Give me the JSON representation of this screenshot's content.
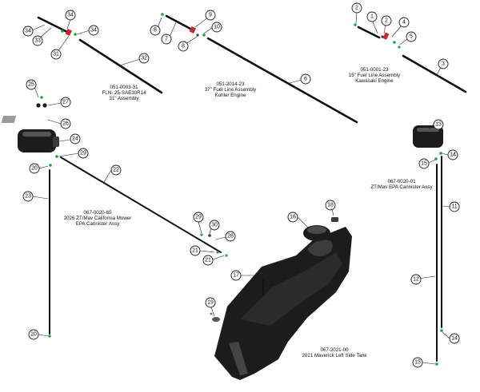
{
  "assemblies": [
    {
      "id": "a1",
      "lines": [
        "051-0003-31",
        "FLN-.25-SAE30R14",
        "31\" Assembly"
      ]
    },
    {
      "id": "a2",
      "lines": [
        "051-2014-23",
        "37\" Fuel Line Assembly",
        "Kohler Engine"
      ]
    },
    {
      "id": "a3",
      "lines": [
        "051-0001-23",
        "15\" Fuel Line Assembly",
        "Kawasaki Engine"
      ]
    },
    {
      "id": "a4",
      "lines": [
        "067-0020-65",
        "2026 ZT/Mav California Mower",
        "EPA Cannister Assy"
      ]
    },
    {
      "id": "a5",
      "lines": [
        "067-0020-01",
        "ZT/Mav EPA Cannister Assy"
      ]
    },
    {
      "id": "a6",
      "lines": [
        "067-2021-00",
        "2021 Maverick Left Side Tank"
      ]
    }
  ],
  "callouts": {
    "c34a": "34",
    "c34b": "34",
    "c34c": "34",
    "c33": "33",
    "c31": "31",
    "c32": "32",
    "c8a": "8",
    "c9": "9",
    "c10": "10",
    "c7": "7",
    "c8b": "8",
    "c6": "6",
    "c2a": "2",
    "c1": "1",
    "c2b": "2",
    "c4": "4",
    "c5": "5",
    "c3": "3",
    "c25": "25",
    "c27": "27",
    "c26": "26",
    "c24": "24",
    "c29a": "29",
    "c20a": "20",
    "c22": "22",
    "c23": "23",
    "c29b": "29",
    "c30": "30",
    "c28": "28",
    "c21a": "21",
    "c21b": "21",
    "c20b": "20",
    "c13": "13",
    "c14a": "14",
    "c15a": "15",
    "c11": "11",
    "c12": "12",
    "c14b": "14",
    "c15b": "15",
    "c18": "18",
    "c16": "16",
    "c17": "17",
    "c19": "19"
  }
}
